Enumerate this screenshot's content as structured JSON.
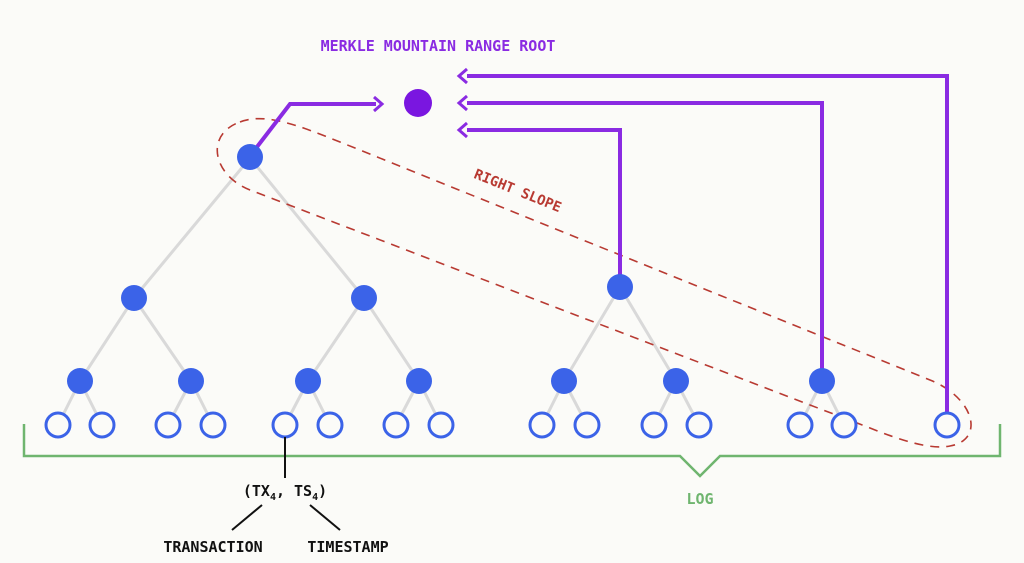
{
  "title": "MERKLE MOUNTAIN RANGE ROOT",
  "slope_label": "RIGHT SLOPE",
  "log_label": "LOG",
  "leaf_label": {
    "open": "(TX",
    "sub1": "4",
    "sep": ", TS",
    "sub2": "4",
    "close": ")"
  },
  "leaf_parts": [
    "TRANSACTION",
    "TIMESTAMP"
  ],
  "colors": {
    "node": "#3b63e8",
    "root": "#7a16e0",
    "link": "#8a2be2",
    "tree_edge": "#d9d9d9",
    "slope": "#b83a32",
    "log": "#6fb56f",
    "title": "#8a2be2",
    "text": "#111111"
  }
}
